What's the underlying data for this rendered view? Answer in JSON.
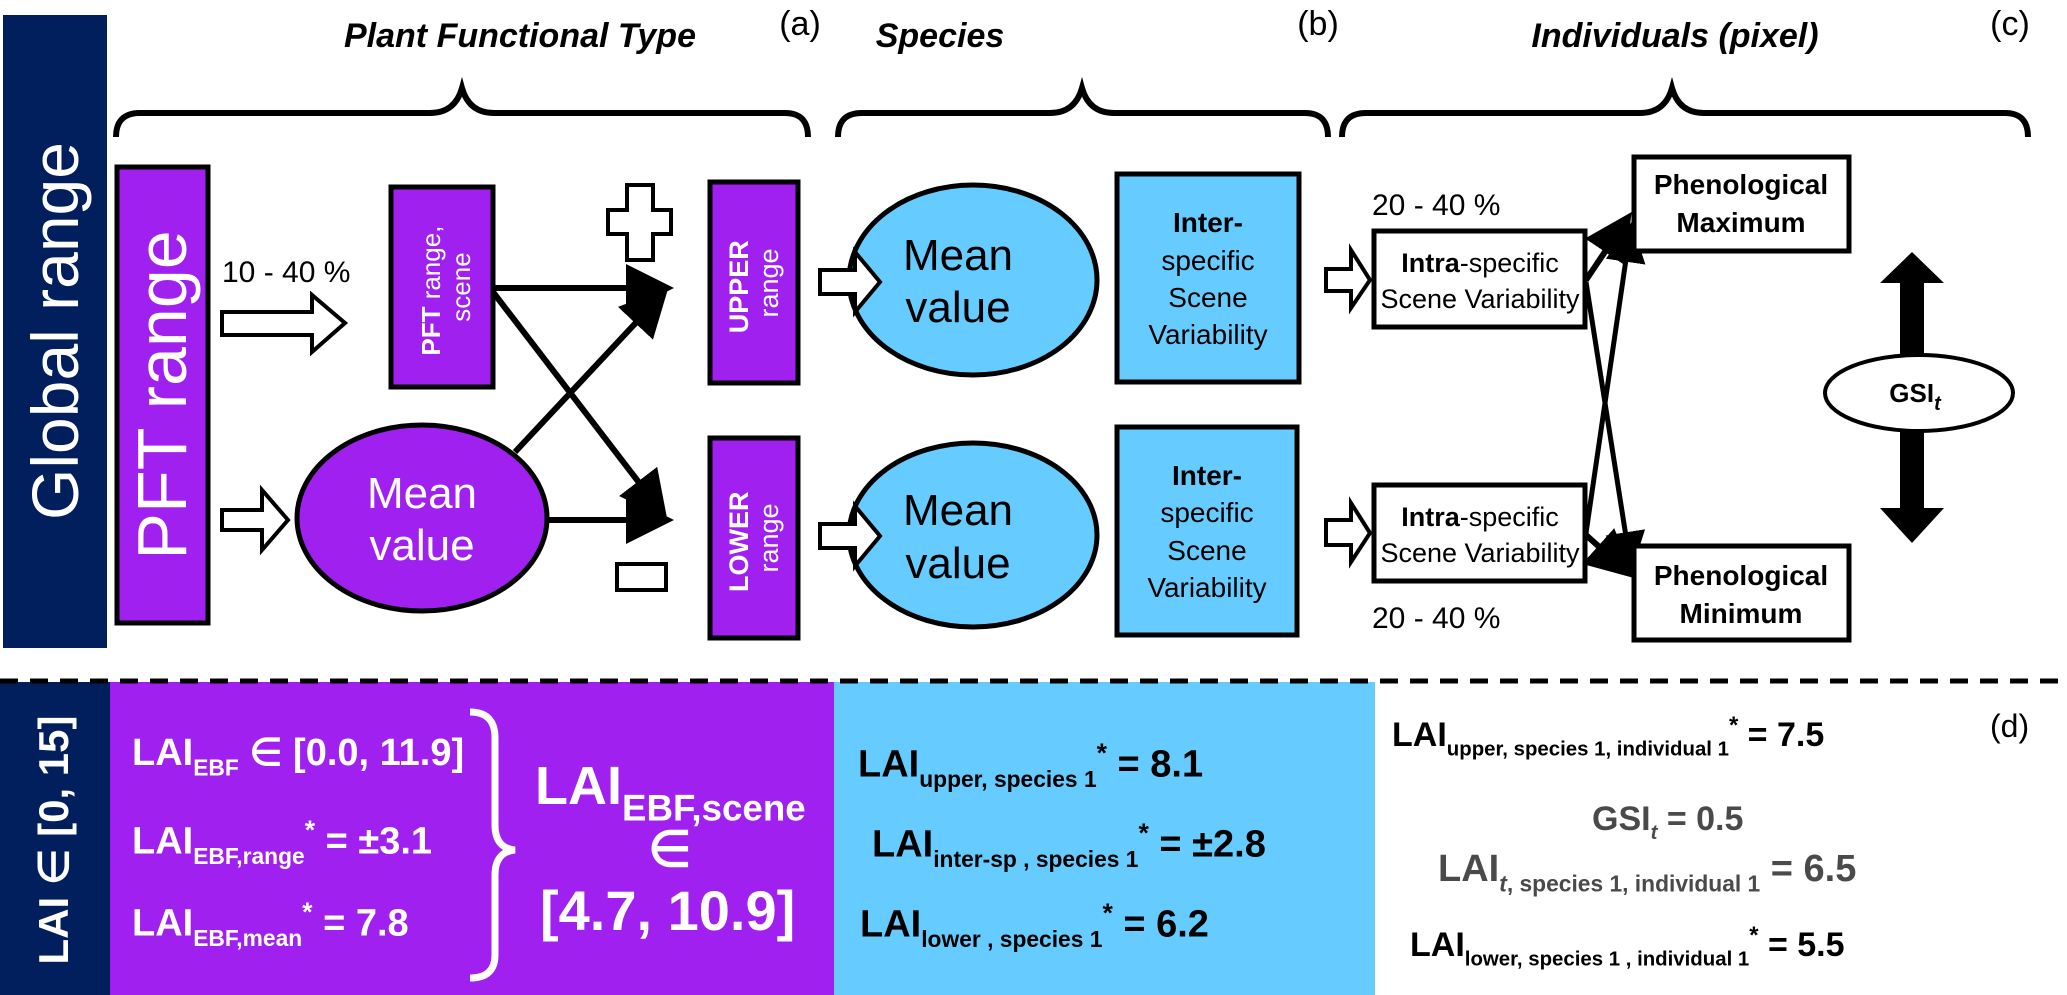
{
  "colors": {
    "navy": "#001f5c",
    "purple": "#a020f0",
    "cyan": "#66ccff",
    "black": "#000000",
    "white": "#ffffff",
    "grey": "#4a4a4a"
  },
  "left_bar": {
    "top_label": "Global range",
    "bottom_label": "LAI ∈ [0, 15]"
  },
  "sections": [
    {
      "title": "Plant Functional Type",
      "panel": "(a)"
    },
    {
      "title": "Species",
      "panel": "(b)"
    },
    {
      "title": "Individuals (pixel)",
      "panel": "(c)"
    }
  ],
  "pft": {
    "pft_range_label": "PFT range",
    "percent_label": "10 - 40 %",
    "scene_box_line1_bold": "PFT",
    "scene_box_line1_rest": " range,",
    "scene_box_line2": "scene",
    "mean_line1": "Mean",
    "mean_line2": "value",
    "plus_symbol": "plus",
    "minus_symbol": "minus",
    "upper_bold": "UPPER",
    "upper_rest": "range",
    "lower_bold": "LOWER",
    "lower_rest": "range"
  },
  "species": {
    "mean_line1": "Mean",
    "mean_line2": "value",
    "inter_bold": "Inter-",
    "inter_line2": "specific",
    "inter_line3": "Scene",
    "inter_line4": "Variability"
  },
  "individuals": {
    "percent_top": "20 - 40 %",
    "percent_bottom": "20 - 40 %",
    "intra_bold": "Intra",
    "intra_rest": "-specific",
    "intra_line2": "Scene Variability",
    "max_line1": "Phenological",
    "max_line2": "Maximum",
    "min_line1": "Phenological",
    "min_line2": "Minimum",
    "gsi_main": "GSI",
    "gsi_sub": "t"
  },
  "panel_d": {
    "label": "(d)",
    "pft_eqs": [
      {
        "base": "LAI",
        "sub": "EBF",
        "sup": "",
        "rhs": " ∈ [0.0, 11.9]"
      },
      {
        "base": "LAI",
        "sub": "EBF,range",
        "sup": "*",
        "rhs": " = ±3.1"
      },
      {
        "base": "LAI",
        "sub": "EBF,mean",
        "sup": "*",
        "rhs": " = 7.8"
      }
    ],
    "scene": {
      "base": "LAI",
      "sub": "EBF,scene",
      "member": "∈",
      "range": "[4.7, 10.9]"
    },
    "species_eqs": [
      {
        "base": "LAI",
        "sub": "upper, species 1",
        "sup": "*",
        "rhs": " =  8.1"
      },
      {
        "base": "LAI",
        "sub": "inter-sp , species 1",
        "sup": "*",
        "rhs": " =  ±2.8"
      },
      {
        "base": "LAI",
        "sub": "lower , species 1",
        "sup": "*",
        "rhs": " = 6.2"
      }
    ],
    "individual_eqs": {
      "upper": {
        "base": "LAI",
        "sub": "upper, species 1, individual 1",
        "sup": "*",
        "rhs": " =  7.5"
      },
      "gsi": {
        "base": "GSI",
        "sub": "t",
        "rhs": " = 0.5"
      },
      "lai_t": {
        "base": "LAI",
        "sub_italic": "t",
        "sub": ", species 1, individual 1",
        "rhs": " =  6.5"
      },
      "lower": {
        "base": "LAI",
        "sub": "lower, species 1 , individual 1",
        "sup": "*",
        "rhs": " = 5.5"
      }
    }
  }
}
